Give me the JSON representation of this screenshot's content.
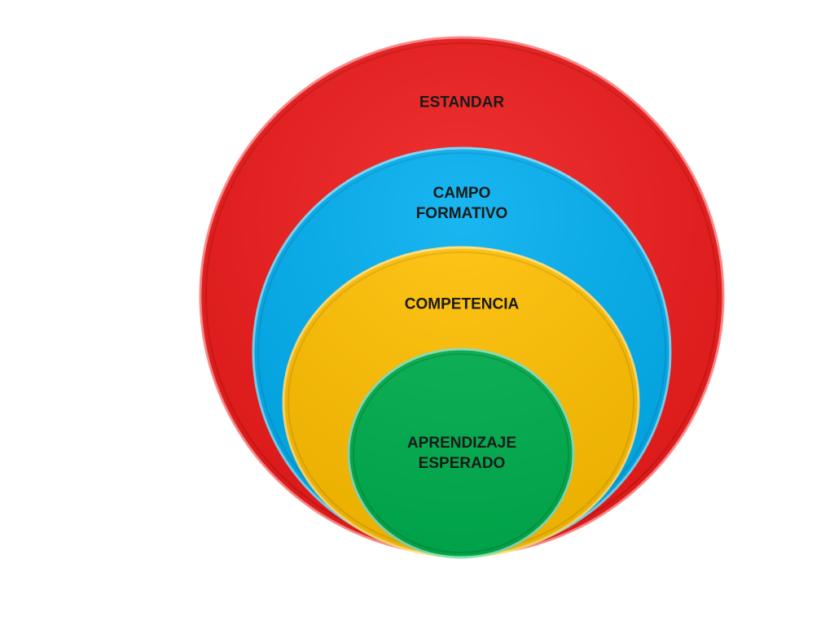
{
  "diagram": {
    "type": "nested-circles",
    "colors": {
      "outer": "#ee1c1c",
      "second": "#00aeef",
      "third": "#ffbf00",
      "inner": "#00b04f"
    },
    "levels": [
      {
        "label_lines": [
          "ESTANDAR"
        ],
        "color": "#ee1c1c"
      },
      {
        "label_lines": [
          "CAMPO",
          "FORMATIVO"
        ],
        "color": "#00aeef"
      },
      {
        "label_lines": [
          "COMPETENCIA"
        ],
        "color": "#ffbf00"
      },
      {
        "label_lines": [
          "APRENDIZAJE",
          "ESPERADO"
        ],
        "color": "#00b04f"
      }
    ]
  }
}
